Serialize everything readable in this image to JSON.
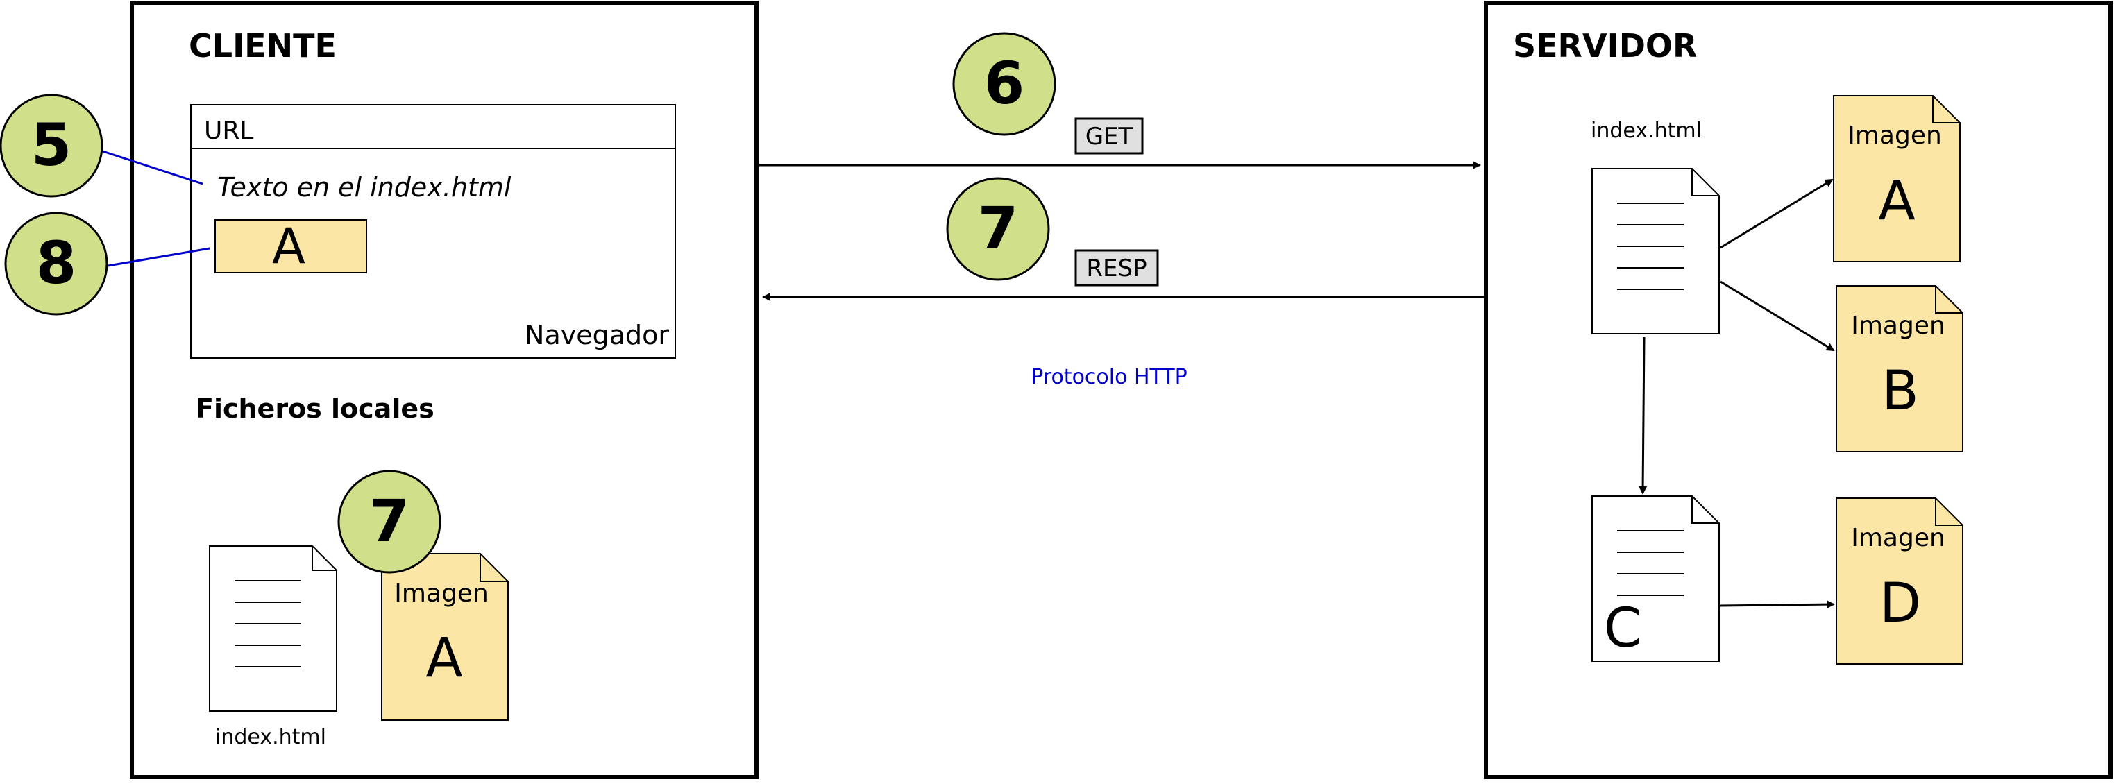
{
  "client": {
    "title": "CLIENTE",
    "browser": {
      "url_label": "URL",
      "page_text": "Texto en el index.html",
      "image_letter": "A",
      "name": "Navegador"
    },
    "local_files": {
      "title": "Ficheros locales",
      "doc_name": "index.html",
      "image_label": "Imagen",
      "image_letter": "A"
    }
  },
  "server": {
    "title": "SERVIDOR",
    "index_name": "index.html",
    "doc_c_letter": "C",
    "image_label": "Imagen",
    "images": [
      "A",
      "B",
      "D"
    ]
  },
  "protocol": {
    "get_label": "GET",
    "resp_label": "RESP",
    "name": "Protocolo HTTP"
  },
  "steps": {
    "s5": "5",
    "s6": "6",
    "s7_top": "7",
    "s8": "8",
    "s7_local": "7"
  },
  "colors": {
    "step_fill": "#cfdf8a",
    "image_fill": "#fbe6a6",
    "label_box_fill": "#e0e0e0",
    "connector_blue": "#0000cc",
    "protocol_text": "#0000cc",
    "line": "#000000"
  }
}
